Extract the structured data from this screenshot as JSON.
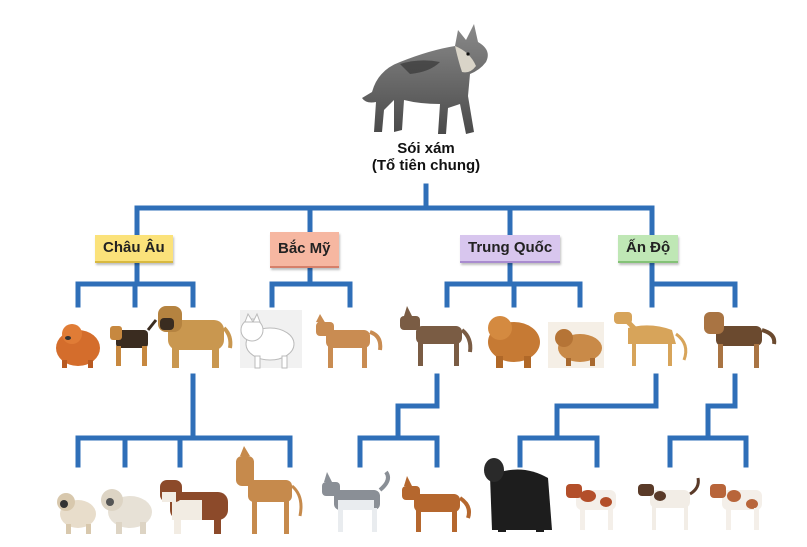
{
  "root": {
    "name": "Sói xám",
    "subtitle": "(Tổ tiên chung)"
  },
  "regions": [
    {
      "label": "Châu Âu"
    },
    {
      "label": "Bắc Mỹ"
    },
    {
      "label": "Trung Quốc"
    },
    {
      "label": "Ấn Độ"
    }
  ],
  "colors": {
    "connector": "#2f6fb8",
    "region_europe": "#fbe27a",
    "region_north_america": "#f6b7a1",
    "region_china": "#d8c6ee",
    "region_india": "#bfe7b5"
  }
}
